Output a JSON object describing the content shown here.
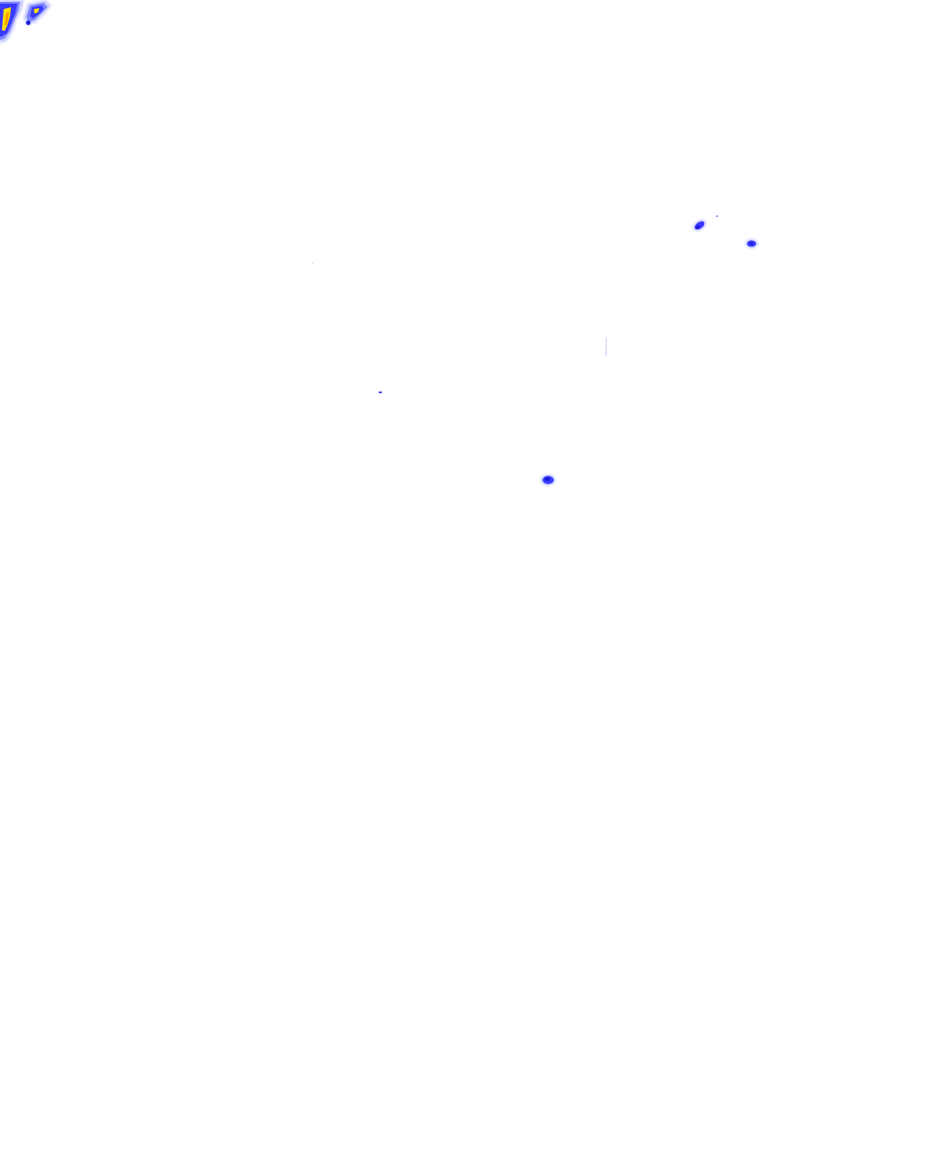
{
  "palette": {
    "background": "#ffffff",
    "light": "#c7cbff",
    "low": "#7b83ff",
    "medium": "#3a3aff",
    "deep": "#1b1bd6",
    "high": "#ffe000",
    "peak": "#ff9a00"
  },
  "echoes": [
    {
      "name": "echo-cell-top-left-large",
      "intensity": "peak"
    },
    {
      "name": "echo-cell-top-left-small",
      "intensity": "high"
    },
    {
      "name": "echo-cell-upper-right-a",
      "intensity": "medium"
    },
    {
      "name": "echo-cell-upper-right-b",
      "intensity": "medium"
    },
    {
      "name": "echo-cell-center",
      "intensity": "medium"
    },
    {
      "name": "echo-speck-left",
      "intensity": "low"
    },
    {
      "name": "echo-speck-mid",
      "intensity": "light"
    }
  ]
}
